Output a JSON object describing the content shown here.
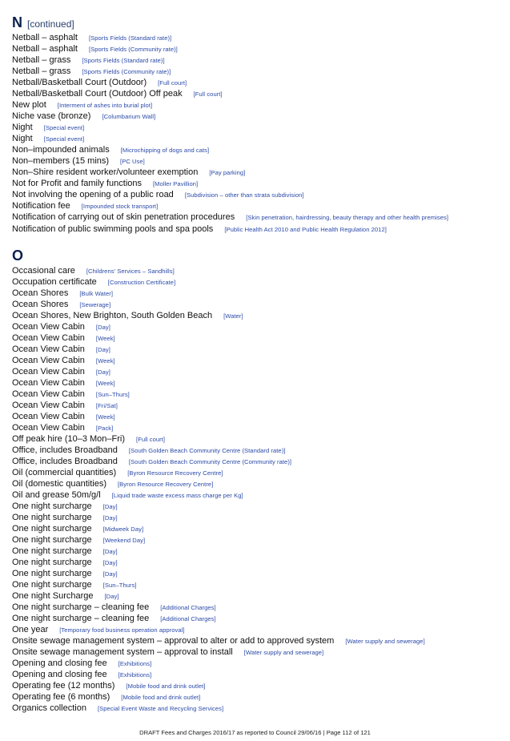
{
  "sections": [
    {
      "letter": "N",
      "suffix": "[continued]",
      "entries": [
        {
          "term": "Netball – asphalt",
          "ref": "[Sports Fields (Standard rate)]"
        },
        {
          "term": "Netball – asphalt",
          "ref": "[Sports Fields (Community rate)]"
        },
        {
          "term": "Netball – grass",
          "ref": "[Sports Fields (Standard rate)]"
        },
        {
          "term": "Netball – grass",
          "ref": "[Sports Fields (Community rate)]"
        },
        {
          "term": "Netball/Basketball Court (Outdoor)",
          "ref": "[Full court]"
        },
        {
          "term": "Netball/Basketball Court (Outdoor) Off peak",
          "ref": "[Full court]"
        },
        {
          "term": "New plot",
          "ref": "[Interment of ashes into burial plot]"
        },
        {
          "term": "Niche vase (bronze)",
          "ref": "[Columbarium Wall]"
        },
        {
          "term": "Night",
          "ref": "[Special event]"
        },
        {
          "term": "Night",
          "ref": "[Special event]"
        },
        {
          "term": "Non–impounded animals",
          "ref": "[Microchipping of dogs and cats]"
        },
        {
          "term": "Non–members (15 mins)",
          "ref": "[PC Use]"
        },
        {
          "term": "Non–Shire resident worker/volunteer exemption",
          "ref": "[Pay parking]"
        },
        {
          "term": "Not for Profit and family functions",
          "ref": "[Moller Pavillion]"
        },
        {
          "term": "Not involving the opening of a public road",
          "ref": "[Subdivision – other than strata subdivision]"
        },
        {
          "term": "Notification fee",
          "ref": "[Impounded stock transport]"
        },
        {
          "term": "Notification of carrying out of skin penetration procedures",
          "ref": "[Skin penetration, hairdressing, beauty therapy and other health premises]",
          "wrap": true
        },
        {
          "term": "Notification of public swimming pools and spa pools",
          "ref": "[Public Health Act 2010 and Public Health Regulation 2012]"
        }
      ]
    },
    {
      "letter": "O",
      "suffix": "",
      "entries": [
        {
          "term": "Occasional care",
          "ref": "[Childrens' Services – Sandhills]"
        },
        {
          "term": "Occupation certificate",
          "ref": "[Construction Certificate]"
        },
        {
          "term": "Ocean Shores",
          "ref": "[Bulk Water]"
        },
        {
          "term": "Ocean Shores",
          "ref": "[Sewerage]"
        },
        {
          "term": "Ocean Shores, New Brighton, South Golden Beach",
          "ref": "[Water]"
        },
        {
          "term": "Ocean View Cabin",
          "ref": "[Day]"
        },
        {
          "term": "Ocean View Cabin",
          "ref": "[Week]"
        },
        {
          "term": "Ocean View Cabin",
          "ref": "[Day]"
        },
        {
          "term": "Ocean View Cabin",
          "ref": "[Week]"
        },
        {
          "term": "Ocean View Cabin",
          "ref": "[Day]"
        },
        {
          "term": "Ocean View Cabin",
          "ref": "[Week]"
        },
        {
          "term": "Ocean View Cabin",
          "ref": "[Sun–Thurs]"
        },
        {
          "term": "Ocean View Cabin",
          "ref": "[Fri/Sat]"
        },
        {
          "term": "Ocean View Cabin",
          "ref": "[Week]"
        },
        {
          "term": "Ocean View Cabin",
          "ref": "[Pack]"
        },
        {
          "term": "Off peak hire (10–3 Mon–Fri)",
          "ref": "[Full court]"
        },
        {
          "term": "Office, includes Broadband",
          "ref": "[South Golden Beach Community Centre (Standard rate)]"
        },
        {
          "term": "Office, includes Broadband",
          "ref": "[South Golden Beach Community Centre (Community rate)]"
        },
        {
          "term": "Oil (commercial quantities)",
          "ref": "[Byron Resource Recovery Centre]"
        },
        {
          "term": "Oil (domestic quantities)",
          "ref": "[Byron Resource Recovery Centre]"
        },
        {
          "term": "Oil and grease 50m/g/l",
          "ref": "[Liquid trade waste excess mass charge per Kg]"
        },
        {
          "term": "One night surcharge",
          "ref": "[Day]"
        },
        {
          "term": "One night surcharge",
          "ref": "[Day]"
        },
        {
          "term": "One night surcharge",
          "ref": "[Midweek Day]"
        },
        {
          "term": "One night surcharge",
          "ref": "[Weekend Day]"
        },
        {
          "term": "One night surcharge",
          "ref": "[Day]"
        },
        {
          "term": "One night surcharge",
          "ref": "[Day]"
        },
        {
          "term": "One night surcharge",
          "ref": "[Day]"
        },
        {
          "term": "One night surcharge",
          "ref": "[Sun–Thurs]"
        },
        {
          "term": "One night Surcharge",
          "ref": "[Day]"
        },
        {
          "term": "One night surcharge – cleaning fee",
          "ref": "[Additional Charges]"
        },
        {
          "term": "One night surcharge – cleaning fee",
          "ref": "[Additional Charges]"
        },
        {
          "term": "One year",
          "ref": "[Temporary food business operation approval]"
        },
        {
          "term": "Onsite sewage management system – approval to alter or add to approved system",
          "ref": "[Water supply and sewerage]"
        },
        {
          "term": "Onsite sewage management system – approval to install",
          "ref": "[Water supply and sewerage]"
        },
        {
          "term": "Opening and closing fee",
          "ref": "[Exhibitions]"
        },
        {
          "term": "Opening and closing fee",
          "ref": "[Exhibitions]"
        },
        {
          "term": "Operating fee (12 months)",
          "ref": "[Mobile food and drink outlet]"
        },
        {
          "term": "Operating fee (6 months)",
          "ref": "[Mobile food and drink outlet]"
        },
        {
          "term": "Organics collection",
          "ref": "[Special Event Waste and Recycling Services]"
        }
      ]
    }
  ],
  "footer": "DRAFT Fees and Charges 2016/17 as reported to Council 29/06/16 | Page 112 of 121"
}
